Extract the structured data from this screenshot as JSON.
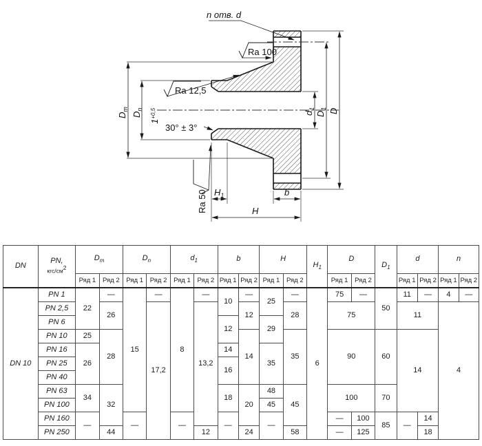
{
  "drawing": {
    "holes_label": "n отв. d",
    "ra_face": "Ra 100",
    "ra_taper": "Ra 12,5",
    "ra_hub": "Ra 50",
    "angle_label": "30° ± 3°",
    "chamfer_value": "1",
    "chamfer_tol": "+0,5",
    "dim_Dm_m": "D",
    "dim_Dm_s": "m",
    "dim_Dn_m": "D",
    "dim_Dn_s": "n",
    "dim_d1_m": "d",
    "dim_d1_s": "1",
    "dim_D1_m": "D",
    "dim_D1_s": "1",
    "dim_D": "D",
    "dim_H1_m": "H",
    "dim_H1_s": "1",
    "dim_b": "b",
    "dim_H": "H"
  },
  "table": {
    "dn_value": "DN 10",
    "subcols": [
      "Ряд 1",
      "Ряд 2"
    ],
    "subgroup_count": 8,
    "header": [
      {
        "t": "DN",
        "rs": 2
      },
      {
        "t": "PN,",
        "t2": "кгс/см",
        "sup": "2",
        "rs": 2
      },
      {
        "t": "D",
        "sub": "m",
        "cs": 2
      },
      {
        "t": "D",
        "sub": "n",
        "cs": 2
      },
      {
        "t": "d",
        "sub": "1",
        "cs": 2
      },
      {
        "t": "b",
        "cs": 2
      },
      {
        "t": "H",
        "cs": 2
      },
      {
        "t": "H",
        "sub": "1",
        "rs": 2
      },
      {
        "t": "D",
        "cs": 2
      },
      {
        "t": "D",
        "sub": "1",
        "rs": 2
      },
      {
        "t": "d",
        "cs": 2
      },
      {
        "t": "n",
        "cs": 2
      }
    ],
    "rows": [
      {
        "pn": "PN 1",
        "cells": [
          {
            "v": "22",
            "rs": 3
          },
          {
            "v": "—"
          },
          {
            "v": "15",
            "rs": 9
          },
          {
            "v": "—"
          },
          {
            "v": "8",
            "rs": 9
          },
          {
            "v": "—"
          },
          {
            "v": "10",
            "rs": 2
          },
          {
            "v": "—"
          },
          {
            "v": "25",
            "rs": 2
          },
          {
            "v": "—"
          },
          {
            "v": "6",
            "rs": 11
          },
          {
            "v": "75"
          },
          {
            "v": "—"
          },
          {
            "v": "50",
            "rs": 3
          },
          {
            "v": "11"
          },
          {
            "v": "—"
          },
          {
            "v": "4"
          },
          {
            "v": "—"
          }
        ]
      },
      {
        "pn": "PN 2,5",
        "cells": [
          {
            "v": "26",
            "rs": 2
          },
          {
            "v": "17,2",
            "rs": 10
          },
          {
            "v": "13,2",
            "rs": 9
          },
          {
            "v": "12",
            "rs": 2
          },
          {
            "v": "28",
            "rs": 2
          },
          {
            "v": "75",
            "cs": 2,
            "rs": 2
          },
          {
            "v": "11",
            "cs": 2,
            "rs": 2
          },
          {
            "v": "4",
            "cs": 2,
            "rs": 10
          }
        ]
      },
      {
        "pn": "PN 6",
        "cells": [
          {
            "v": "12",
            "rs": 2
          },
          {
            "v": "29",
            "rs": 2
          }
        ]
      },
      {
        "pn": "PN 10",
        "cells": [
          {
            "v": "25"
          },
          {
            "v": "28",
            "rs": 4
          },
          {
            "v": "14",
            "rs": 4
          },
          {
            "v": "35",
            "rs": 4
          },
          {
            "v": "90",
            "cs": 2,
            "rs": 4
          },
          {
            "v": "60",
            "rs": 4
          },
          {
            "v": "14",
            "cs": 2,
            "rs": 6
          }
        ]
      },
      {
        "pn": "PN 16",
        "cells": [
          {
            "v": "26",
            "rs": 3
          },
          {
            "v": "14"
          },
          {
            "v": "35",
            "rs": 3
          }
        ]
      },
      {
        "pn": "PN 25",
        "cells": [
          {
            "v": "16",
            "rs": 2
          }
        ]
      },
      {
        "pn": "PN 40",
        "cells": []
      },
      {
        "pn": "PN 63",
        "cells": [
          {
            "v": "34",
            "rs": 2
          },
          {
            "v": "32",
            "rs": 3
          },
          {
            "v": "18",
            "rs": 2
          },
          {
            "v": "20",
            "rs": 3
          },
          {
            "v": "48"
          },
          {
            "v": "45",
            "rs": 3
          },
          {
            "v": "100",
            "cs": 2,
            "rs": 2
          },
          {
            "v": "70",
            "rs": 2
          }
        ]
      },
      {
        "pn": "PN 100",
        "cells": [
          {
            "v": "45"
          }
        ]
      },
      {
        "pn": "PN 160",
        "cells": [
          {
            "v": "—",
            "rs": 2
          },
          {
            "v": "—",
            "rs": 2
          },
          {
            "v": "—",
            "rs": 2
          },
          {
            "v": "—",
            "rs": 2
          },
          {
            "v": "—",
            "rs": 2
          },
          {
            "v": "—"
          },
          {
            "v": "100"
          },
          {
            "v": "85",
            "rs": 2
          },
          {
            "v": "—",
            "rs": 2
          },
          {
            "v": "14"
          }
        ]
      },
      {
        "pn": "PN 250",
        "cells": [
          {
            "v": "44"
          },
          {
            "v": "12"
          },
          {
            "v": "24"
          },
          {
            "v": "58"
          },
          {
            "v": "—"
          },
          {
            "v": "125"
          },
          {
            "v": "18"
          }
        ]
      }
    ]
  }
}
